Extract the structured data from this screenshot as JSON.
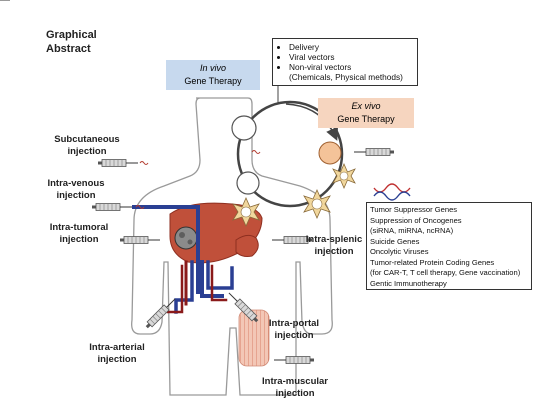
{
  "title_line1": "Graphical",
  "title_line2": "Abstract",
  "in_vivo": {
    "mode": "In vivo",
    "label": "Gene Therapy",
    "color": "#c7d9ee"
  },
  "ex_vivo": {
    "mode": "Ex vivo",
    "label": "Gene Therapy",
    "color": "#f6d5bf"
  },
  "delivery": {
    "items": [
      "Delivery",
      "Viral vectors",
      "Non-viral vectors"
    ],
    "note": "(Chemicals, Physical methods)"
  },
  "gene_list": [
    "Tumor Suppressor Genes",
    "Suppression of Oncogenes",
    "(siRNA, miRNA, ncRNA)",
    "Suicide Genes",
    "Oncolytic Viruses",
    "Tumor-related Protein Coding Genes",
    "(for CAR-T, T cell therapy, Gene vaccination)",
    "Gentic Immunotherapy"
  ],
  "routes": {
    "subcutaneous": [
      "Subcutaneous",
      "injection"
    ],
    "intravenous": [
      "Intra-venous",
      "injection"
    ],
    "intratumoral": [
      "Intra-tumoral",
      "injection"
    ],
    "intrasplenic": [
      "Intra-splenic",
      "injection"
    ],
    "intraportal": [
      "Intra-portal",
      "injection"
    ],
    "intraarterial": [
      "Intra-arterial",
      "injection"
    ],
    "intramuscular": [
      "Intra-muscular",
      "injection"
    ]
  },
  "colors": {
    "liver": "#c0503a",
    "vein": "#2a3f93",
    "artery": "#8a1a1a",
    "muscle": "#f0b9a5"
  }
}
